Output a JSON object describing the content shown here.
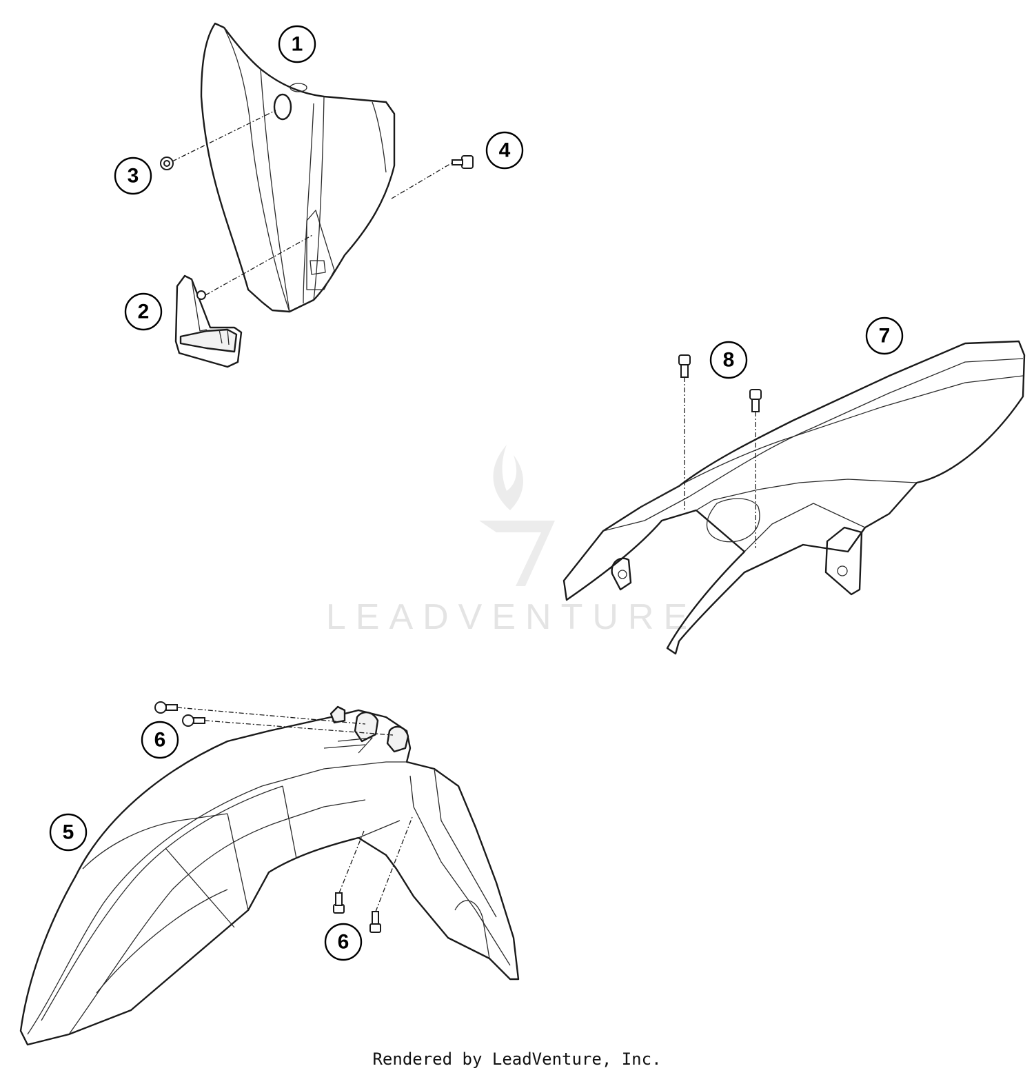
{
  "callouts": [
    {
      "id": "1",
      "label": "1"
    },
    {
      "id": "2",
      "label": "2"
    },
    {
      "id": "3",
      "label": "3"
    },
    {
      "id": "4",
      "label": "4"
    },
    {
      "id": "5",
      "label": "5"
    },
    {
      "id": "6a",
      "label": "6"
    },
    {
      "id": "6b",
      "label": "6"
    },
    {
      "id": "7",
      "label": "7"
    },
    {
      "id": "8",
      "label": "8"
    }
  ],
  "watermark": {
    "text": "LEADVENTURE"
  },
  "footer": {
    "text": "Rendered by LeadVenture, Inc."
  }
}
